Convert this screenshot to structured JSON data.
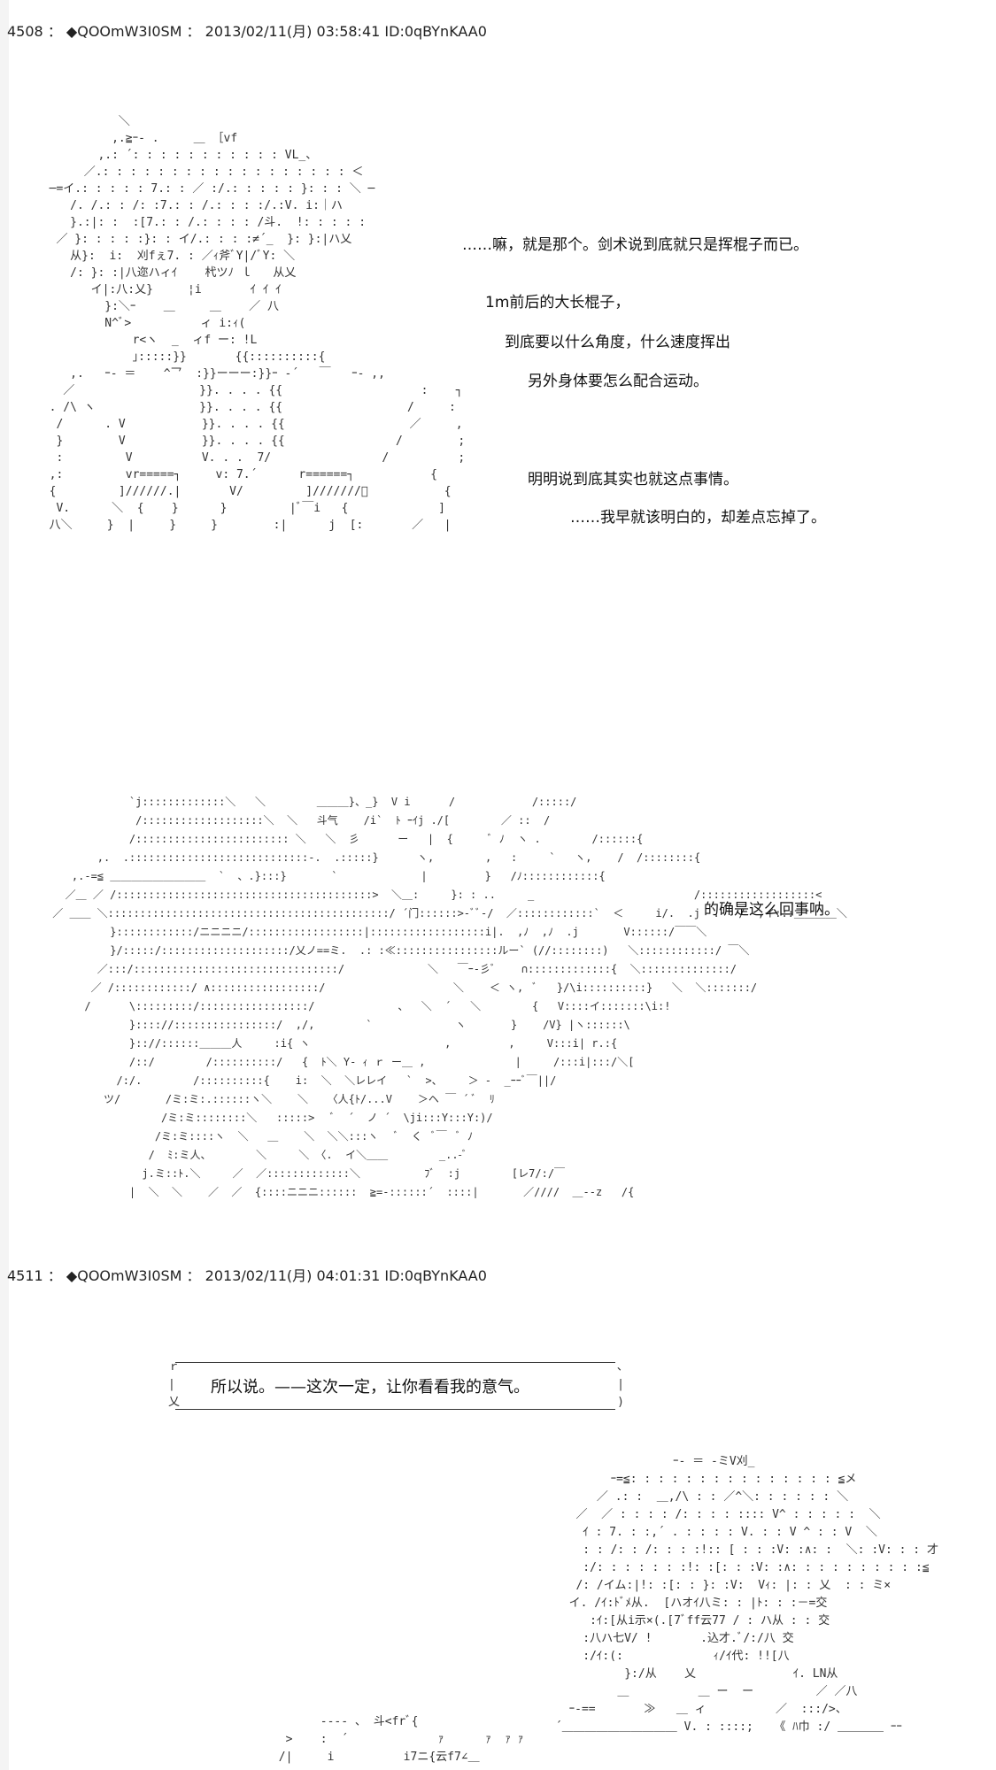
{
  "posts": [
    {
      "number": "4508",
      "separator": "：",
      "name": "◆QOOmW3I0SM",
      "datetime": "2013/02/11(月) 03:58:41",
      "id": "ID:0qBYnKAA0"
    },
    {
      "number": "4511",
      "separator": "：",
      "name": "◆QOOmW3I0SM",
      "datetime": "2013/02/11(月) 04:01:31",
      "id": "ID:0qBYnKAA0"
    }
  ],
  "dialogue": [
    "……嘛，就是那个。剑术说到底就只是挥棍子而已。",
    "1m前后的大长棍子，",
    "到底要以什么角度，什么速度挥出",
    "另外身体要怎么配合运动。",
    "明明说到底其实也就这点事情。",
    "……我早就该明白的，却差点忘掉了。",
    "的确是这么回事呐。"
  ],
  "speech_box": {
    "text": "所以说。——这次一定，让你看看我的意气。",
    "left_edge": "ｒ\n|\n乂",
    "right_edge": "､\n|\n)"
  },
  "ascii_art": {
    "figure_one": "            ＼\n           ,.≧ｰ- .     ＿ ［vf\n         ,.: ´: : : : : : : : : : : VL_、\n       ／.: : : : : : : : : : : : : : : : : : ＜\n  ─=イ.: : : : : 7.: : ／ :/.: : : : : }: : : ＼ ─\n     /. /.: : /: :7.: : /.: : : :/.:V. i:｜ハ\n     }.:|: :  :[7.: : /.: : : : /斗.  !: : : : :\n   ／ }: : : : :}: : イ/.: : : :≠´_  }: }:|ハ乂\n     从}:  i:  刈fぇ7. : ／ｨ斧ﾞY|/ﾞY: ＼\n     /: }: :|八迩ハィｲ    杙ツﾉ ｌ   从乂\n        イ|:八:乂}     ¦i       ｲ ｲ ｲ\n          }:＼ｰ    ＿     ＿    ／ 八\n          N^ﾞ>          ィ i:ｨ(\n              r<ヽ  _  ィf ー: !L\n              ｣:::::}}       {{::::::::::{\n     ,.   ｰ- ＝    ^乛  :}}ーーー:}}ｰ -´   ￣   ｰ- ,,\n    ／                  }}. . . . {{                    :    ┐\n  . /\\ ヽ               }}. . . . {{                  /     :\n   /      . V           }}. . . . {{                  ／     ,\n   }        V           }}. . . . {{                /        ;\n   :         V          V. . .  7/                /          ;\n  ,:         vr=====┐     v: 7.´      r======┐           {\n  {         ]//////.|       V/         ]///////ﾞ           {\n   V.      ＼  {    }      }         |ﾞ￣i   {             ]\n  八＼     }  |     }     }        :|      j  [:       ／   |",
    "figure_two": "             `j:::::::::::::＼   ＼        ＿＿＿}、_}  V i      /            /:::::/\n              /:::::::::::::::::::＼  ＼   斗气    /i`  ﾄ ｰｲj ./[        ／ ::  /\n             /:::::::::::::::::::::::: ＼   ＼  彡      ー   |  {      ﾞ ﾉ  ヽ .        /::::::{\n        ,.  .::::::::::::::::::::::::::::-.  .:::::}      ヽ,        ,   :     `   ヽ,    /  /::::::::{\n    ,.-=≦ ＿＿＿＿＿＿＿＿＿  `  、.}:::}       `             |         }   /ﾉ::::::::::::{\n   ／＿ ／ /::::::::::::::::::::::::::::::::::::::::>  ＼＿:     }: : ..     _                         /::::::::::::::::::<\n ／ ＿＿ ＼::::::::::::::::::::::::::::::::::::::::::::/ ´门::::::>-ﾞﾞ-/  ／::::::::::::`  ＜     i/.  .j  .   /  ,イ:::＿＿＿＿＼\n          }::::::::::::/ニニニニ/::::::::::::::::::|::::::::::::::::::i|.  ,ﾉ  ,ﾉ  .j       V::::::/￣￣＼\n          }/:::::/::::::::::::::::::::/乂ノ==ミ.  .: :≪::::::::::::::::ルー` (//::::::::)   ＼::::::::::::/ ￣＼\n        ／:::/::::::::::::::::::::::::::::::::/             ＼   ￣ｰ-彡ﾞ    ∩:::::::::::::{  ＼::::::::::::::/\n       ／ /::::::::::::/ ∧:::::::::::::::::/                    ＼    ＜ ヽ,  ﾞ   }/\\i::::::::::}   ＼  ＼:::::::/\n      /      \\:::::::::/:::::::::::::::::/             、  ＼  ´   ＼        {   V::::イ:::::::\\i:!\n             }:::://::::::::::::::::/  ,/,        `             ヽ       }    /V} |ヽ::::::\\\n             }:://::::::＿＿＿人     :i{ ヽ                     ,         ,     V:::i| r.:{\n             /::/        /::::::::::/   {  ﾄ＼ Y- ｨ ｒ ー＿ ,              |     /:::i|:::/＼[\n           /:/.        /::::::::::{    i:  ＼  ＼レレイ   `  >、    ＞ -  _ｰｰﾞ￣||/\n         ツ/       /ミ:ミ:.::::::ヽ＼    ＼   〈人{ﾄ/...V    ＞ヘ ￣ ´ ﾞ  ﾘ\n                  /ミ:ミ::::::::＼   :::::>   ﾞ  ´  ノ ´  \\ji:::Y:::Y:)/\n                 /ミ:ミ::::ヽ  ＼   ＿    ＼  ＼＼:::ヽ   ﾞ  く  ﾞ￣  ﾞ ﾉ\n                /  ﾐ:ミ人、       ＼     ＼ 〈.  イ＼＿＿        _..-ﾞ\n               j.ミ::ﾄ.＼     ／  ／:::::::::::::＼          ﾌﾞ  :j        [レ7/:/￣\n             |  ＼  ＼    ／  ／  {::::ニニニ::::::  ≧=-::::::´  ::::|       ／////  ＿--z   /{",
    "figure_three": "                       ｰ- ＝ -ミV刈_\n              ｰ=≦: : : : : : : : : : : : : : : ≦メ\n            ／ .: :  ＿,/\\ : : ／^＼: : : : : : ＼\n         ／  ／ : : : : /: : : : :::: V^ : : : : :  ＼\n          ｲ : 7. : :,´ . : : : : V. : : V ^ : : V  ＼\n          : : /: : /: : : :!:: [ : : :V: :∧: :  ＼: :V: : : 才\n          :/: : : : : : :!: :[: : :V: :∧: : : : : : : : : :≦\n         /: /イム:|!: :[: : }: :V:  Vｨ: |: : 乂  : : ミ×\n        イ. /ｲ:ﾄﾞﾒ从.  [ハオｲ八ミ: : |ﾄ: : :－=交\n           :ｲ:[从i示×(.[7ﾞff云77 / : ハ从 : : 交\n          :八ハ七V/ !       .込才.ﾞ/:/八 交\n          :/ｲ:(:             ｨ/ｲ代: !![八\n                }:/从    乂              ｲ. LN从\n               ＿          ＿ ー  ー         ／ ／八\n        ｰ-==       ≫   ＿ ィ          ／  :::/>、\n      ´＿＿＿＿＿＿＿＿＿＿ V. : ::::;   《 ﾊ巾 :/ ＿＿＿＿ ｰｰ",
    "figure_four": "             ---- 、 斗<frﾞ{ \n        >    :  ´             ｧ      ｧ  ｧ ｧ\n       /|     i          i7ニ{云f7∠＿"
  }
}
